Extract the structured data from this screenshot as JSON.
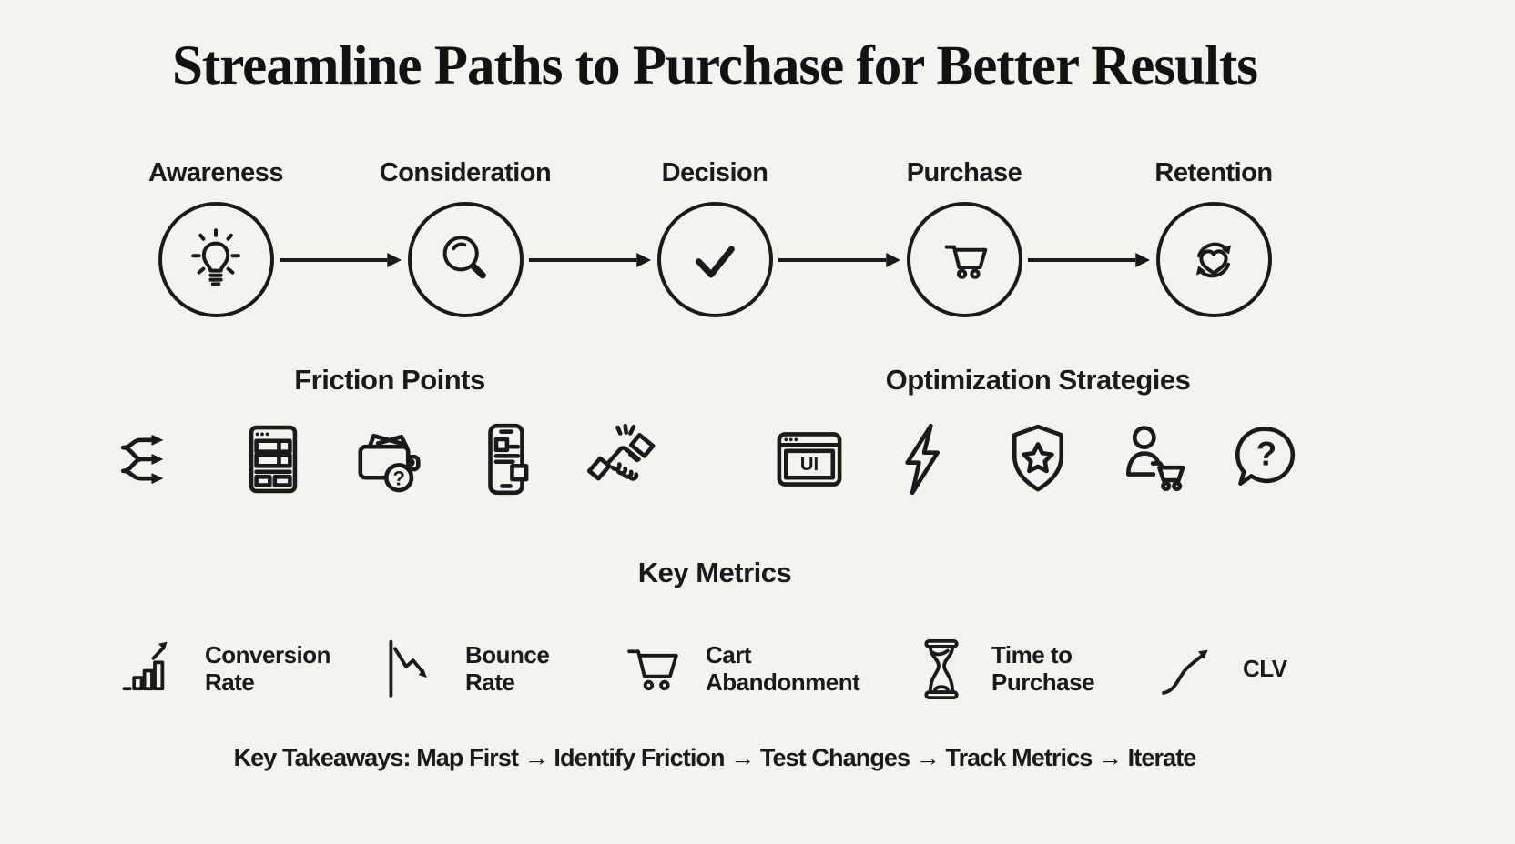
{
  "canvas": {
    "background": "#f4f3ee",
    "ink": "#1a1a1a"
  },
  "title": "Streamline Paths to Purchase for Better Results",
  "journey": {
    "stages": [
      {
        "label": "Awareness",
        "icon": "lightbulb-icon"
      },
      {
        "label": "Consideration",
        "icon": "magnifying-glass-icon"
      },
      {
        "label": "Decision",
        "icon": "checkmark-icon"
      },
      {
        "label": "Purchase",
        "icon": "shopping-cart-icon"
      },
      {
        "label": "Retention",
        "icon": "heart-loop-icon"
      }
    ]
  },
  "friction": {
    "heading": "Friction Points",
    "wallet_glyph": "?",
    "icons": [
      "branching-arrows-icon",
      "form-window-icon",
      "wallet-question-icon",
      "mobile-phone-icon",
      "handshake-icon"
    ]
  },
  "optimization": {
    "heading": "Optimization Strategies",
    "ui_label": "UI",
    "bubble_glyph": "?",
    "icons": [
      "ui-window-icon",
      "lightning-bolt-icon",
      "shield-star-icon",
      "user-cart-icon",
      "question-bubble-icon"
    ]
  },
  "metrics": {
    "heading": "Key Metrics",
    "items": [
      {
        "line1": "Conversion",
        "line2": "Rate",
        "icon": "bar-chart-up-icon"
      },
      {
        "line1": "Bounce",
        "line2": "Rate",
        "icon": "declining-line-icon"
      },
      {
        "line1": "Cart",
        "line2": "Abandonment",
        "icon": "cart-icon"
      },
      {
        "line1": "Time to",
        "line2": "Purchase",
        "icon": "hourglass-icon"
      },
      {
        "line1": "CLV",
        "line2": "",
        "icon": "growth-curve-icon"
      }
    ]
  },
  "takeaways": "Key Takeaways: Map First → Identify Friction → Test Changes → Track Metrics → Iterate"
}
